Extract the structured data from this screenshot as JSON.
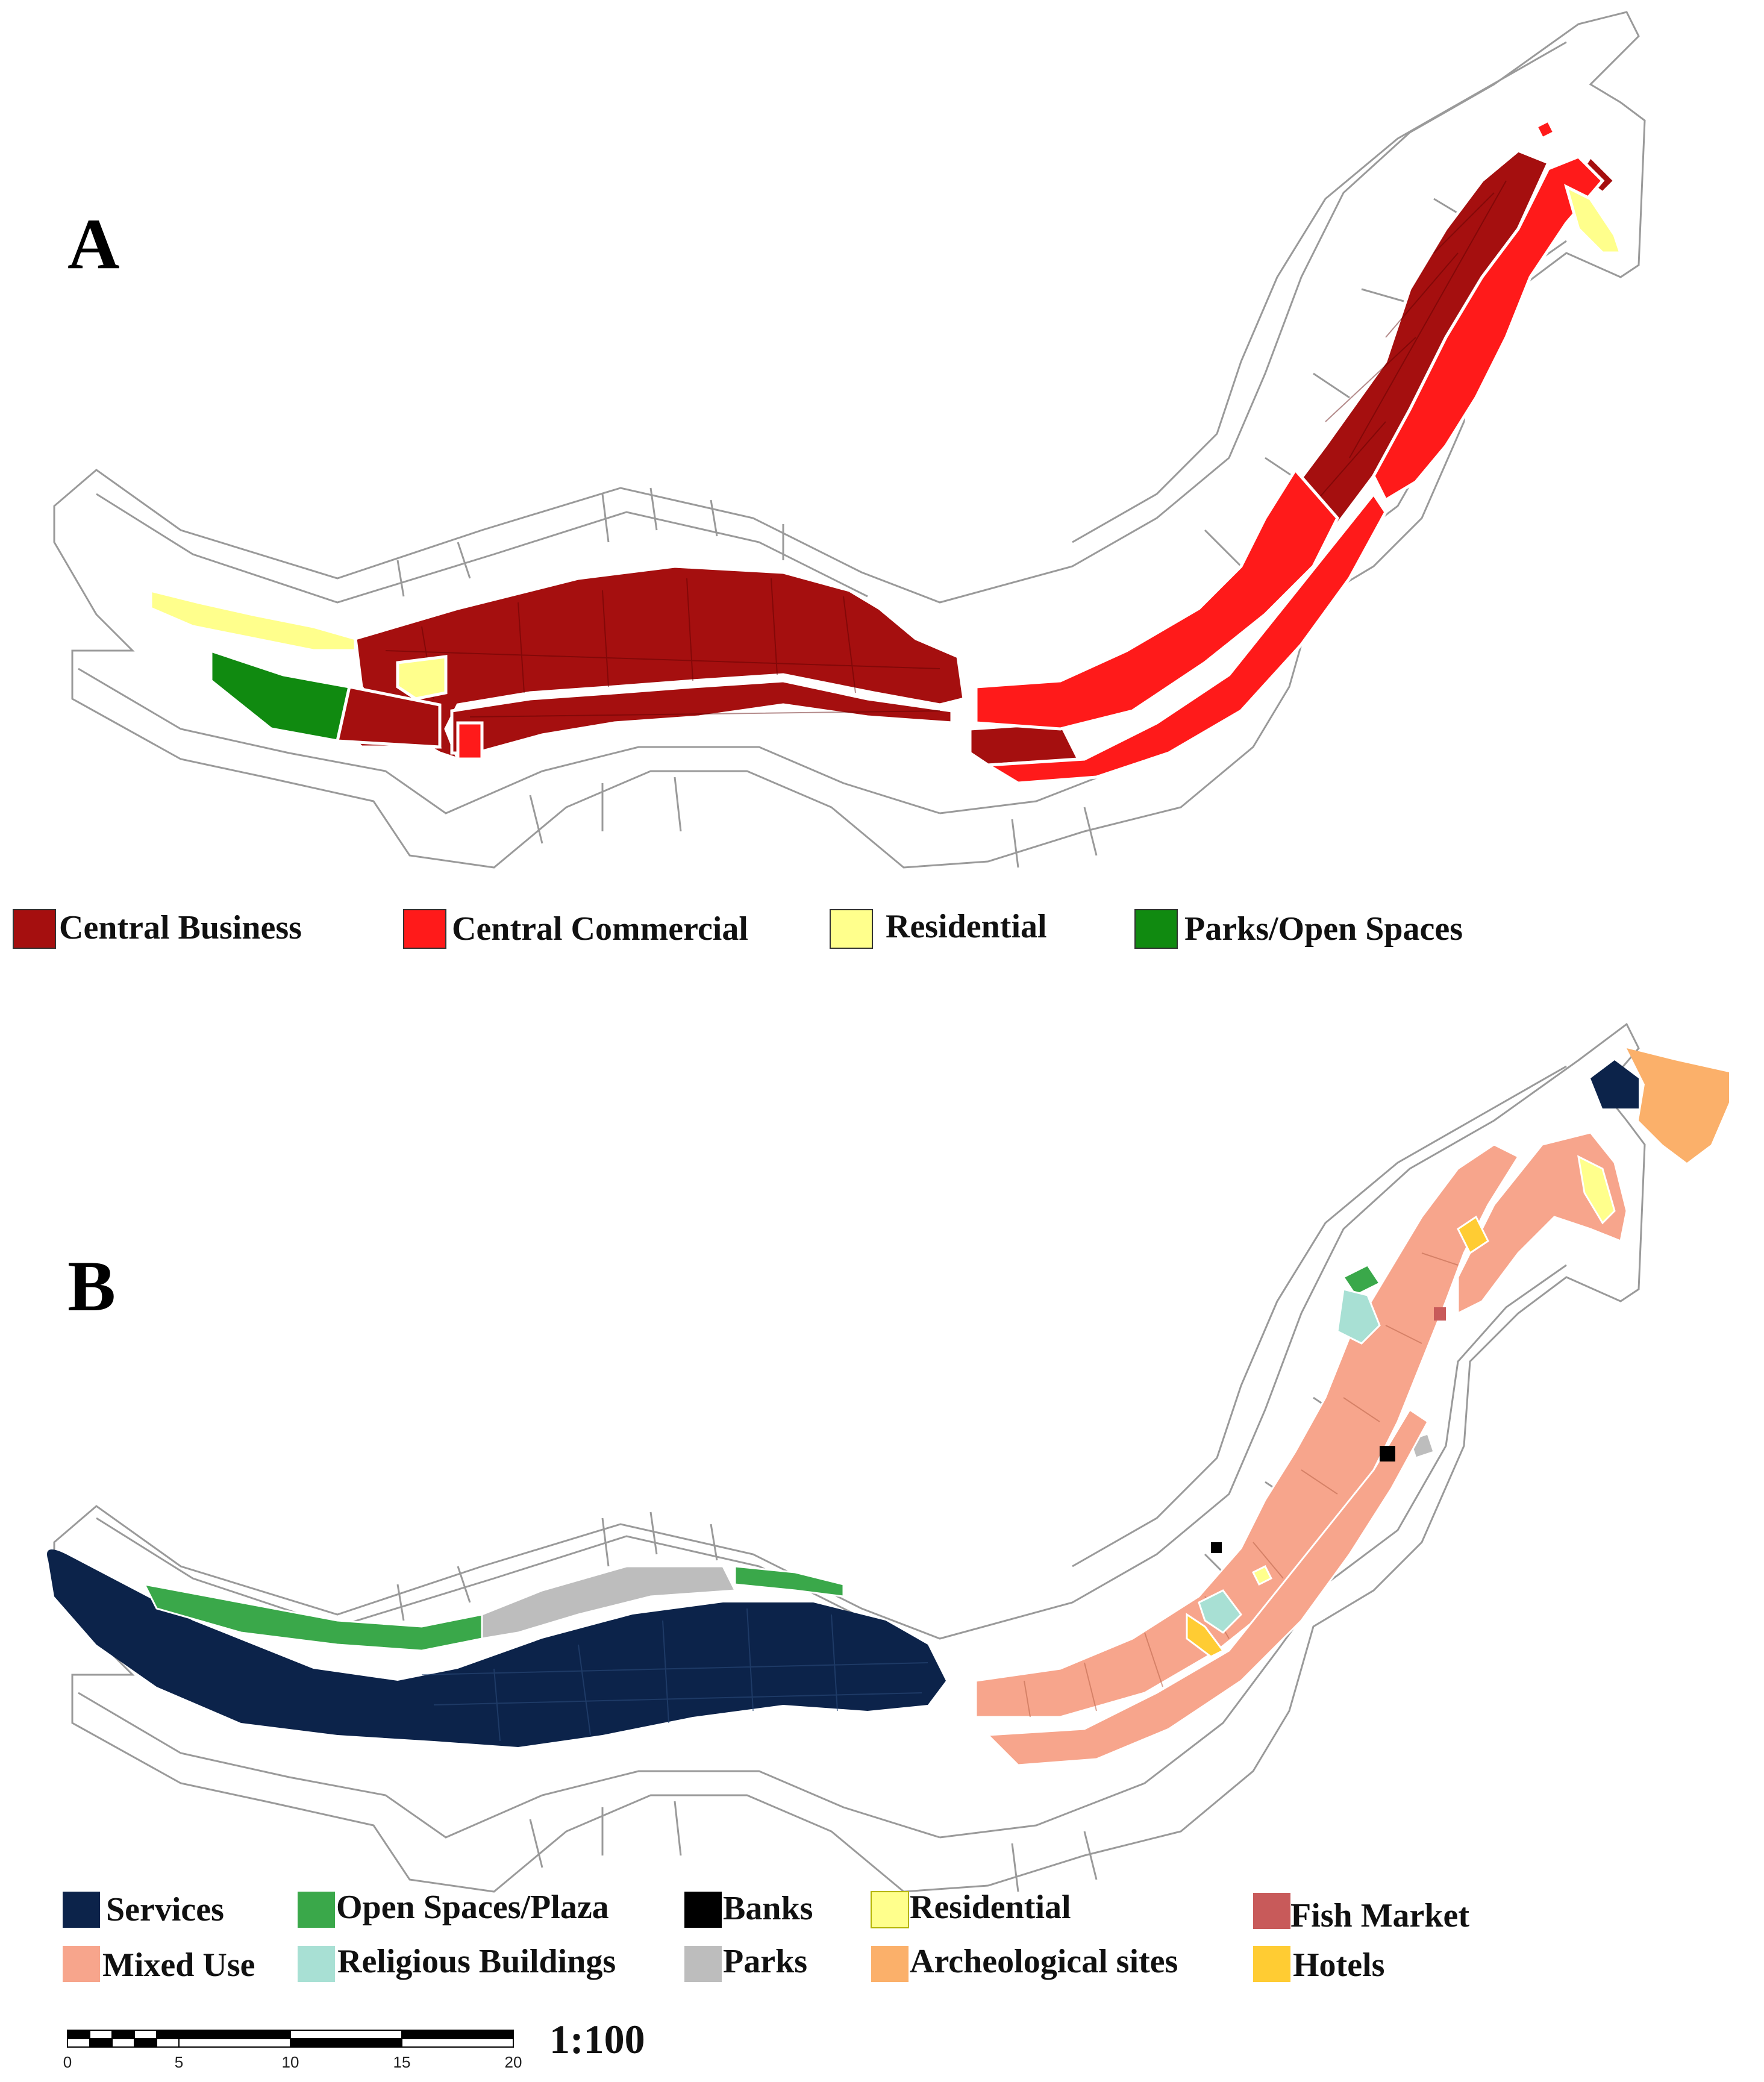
{
  "panel_a": {
    "label": "A",
    "legend": [
      {
        "name": "Central Business",
        "color": "#a50f0f"
      },
      {
        "name": "Central Commercial",
        "color": "#ff1a1a"
      },
      {
        "name": "Residential",
        "color": "#ffff8c"
      },
      {
        "name": "Parks/Open Spaces",
        "color": "#108a10"
      }
    ]
  },
  "panel_b": {
    "label": "B",
    "legend": [
      {
        "name": "Services",
        "color": "#0c234a"
      },
      {
        "name": "Open Spaces/Plaza",
        "color": "#3aa84a"
      },
      {
        "name": "Banks",
        "color": "#000000"
      },
      {
        "name": "Residential",
        "color": "#ffff8c"
      },
      {
        "name": "Fish Market",
        "color": "#c85a5a"
      },
      {
        "name": "Mixed Use",
        "color": "#f7a58c"
      },
      {
        "name": "Religious Buildings",
        "color": "#a8e0d4"
      },
      {
        "name": "Parks",
        "color": "#bdbdbd"
      },
      {
        "name": "Archeological sites",
        "color": "#fbb06a"
      },
      {
        "name": "Hotels",
        "color": "#ffcc33"
      }
    ]
  },
  "scale_bar": {
    "ticks": [
      "0",
      "5",
      "10",
      "15",
      "20"
    ],
    "ratio": "1:100"
  }
}
